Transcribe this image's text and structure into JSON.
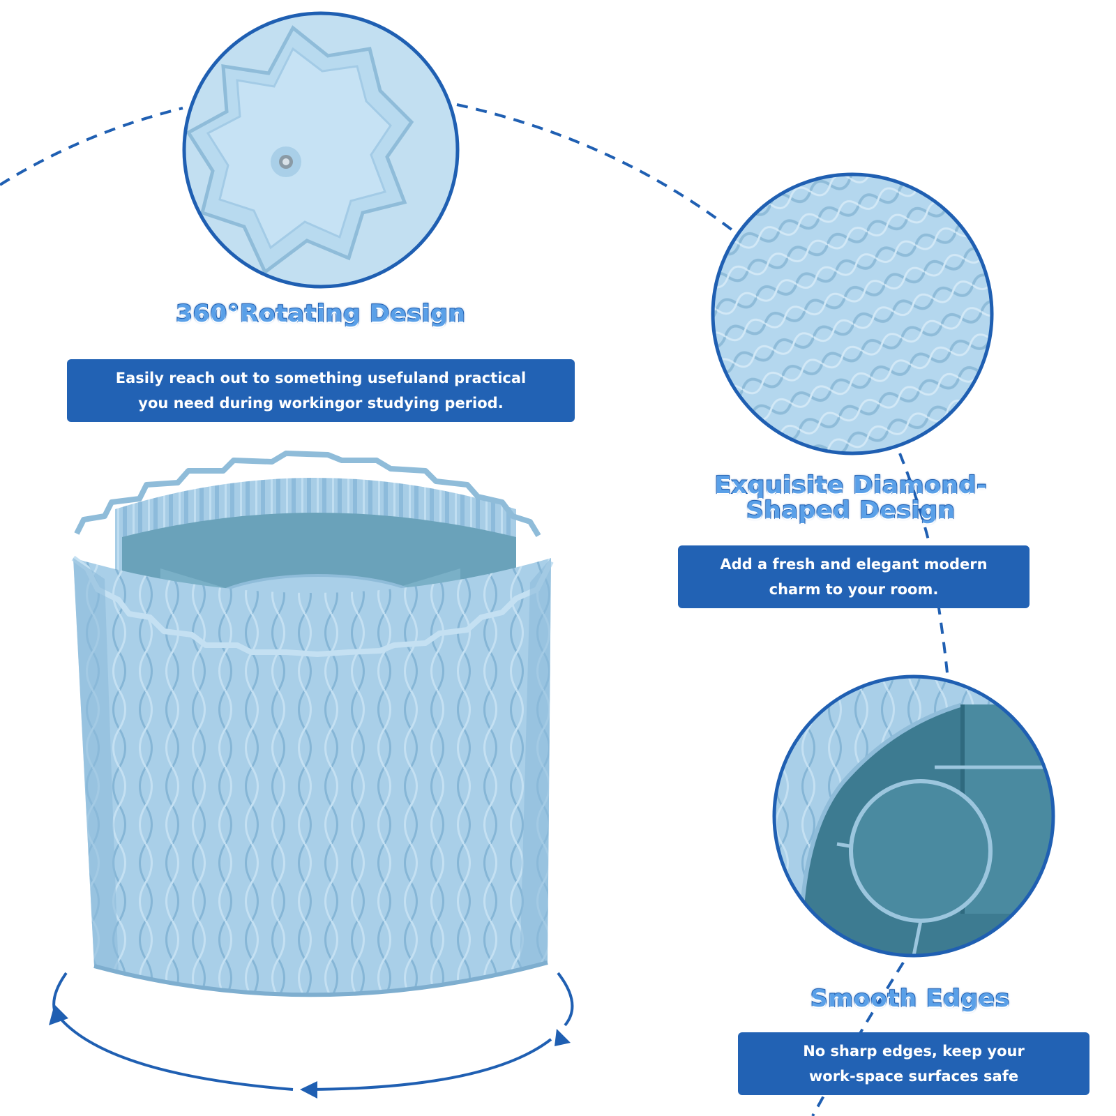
{
  "features": [
    {
      "title_lines": [
        "360°Rotating Design"
      ],
      "description_lines": [
        "Easily reach out to something usefuland practical",
        "you need during workingor studying period."
      ]
    },
    {
      "title_lines": [
        "Exquisite Diamond-",
        "Shaped Design"
      ],
      "description_lines": [
        "Add a fresh and elegant modern",
        "charm to your room."
      ]
    },
    {
      "title_lines": [
        "Smooth Edges"
      ],
      "description_lines": [
        "No sharp edges, keep your",
        "work-space surfaces safe"
      ]
    }
  ],
  "colors": {
    "accent_blue": "#2262b4",
    "product_blue": "#a9cfe8",
    "product_dark": "#3f7f95",
    "background": "#ffffff"
  },
  "icons": [
    "rotate-arrow-icon",
    "screw-icon"
  ]
}
